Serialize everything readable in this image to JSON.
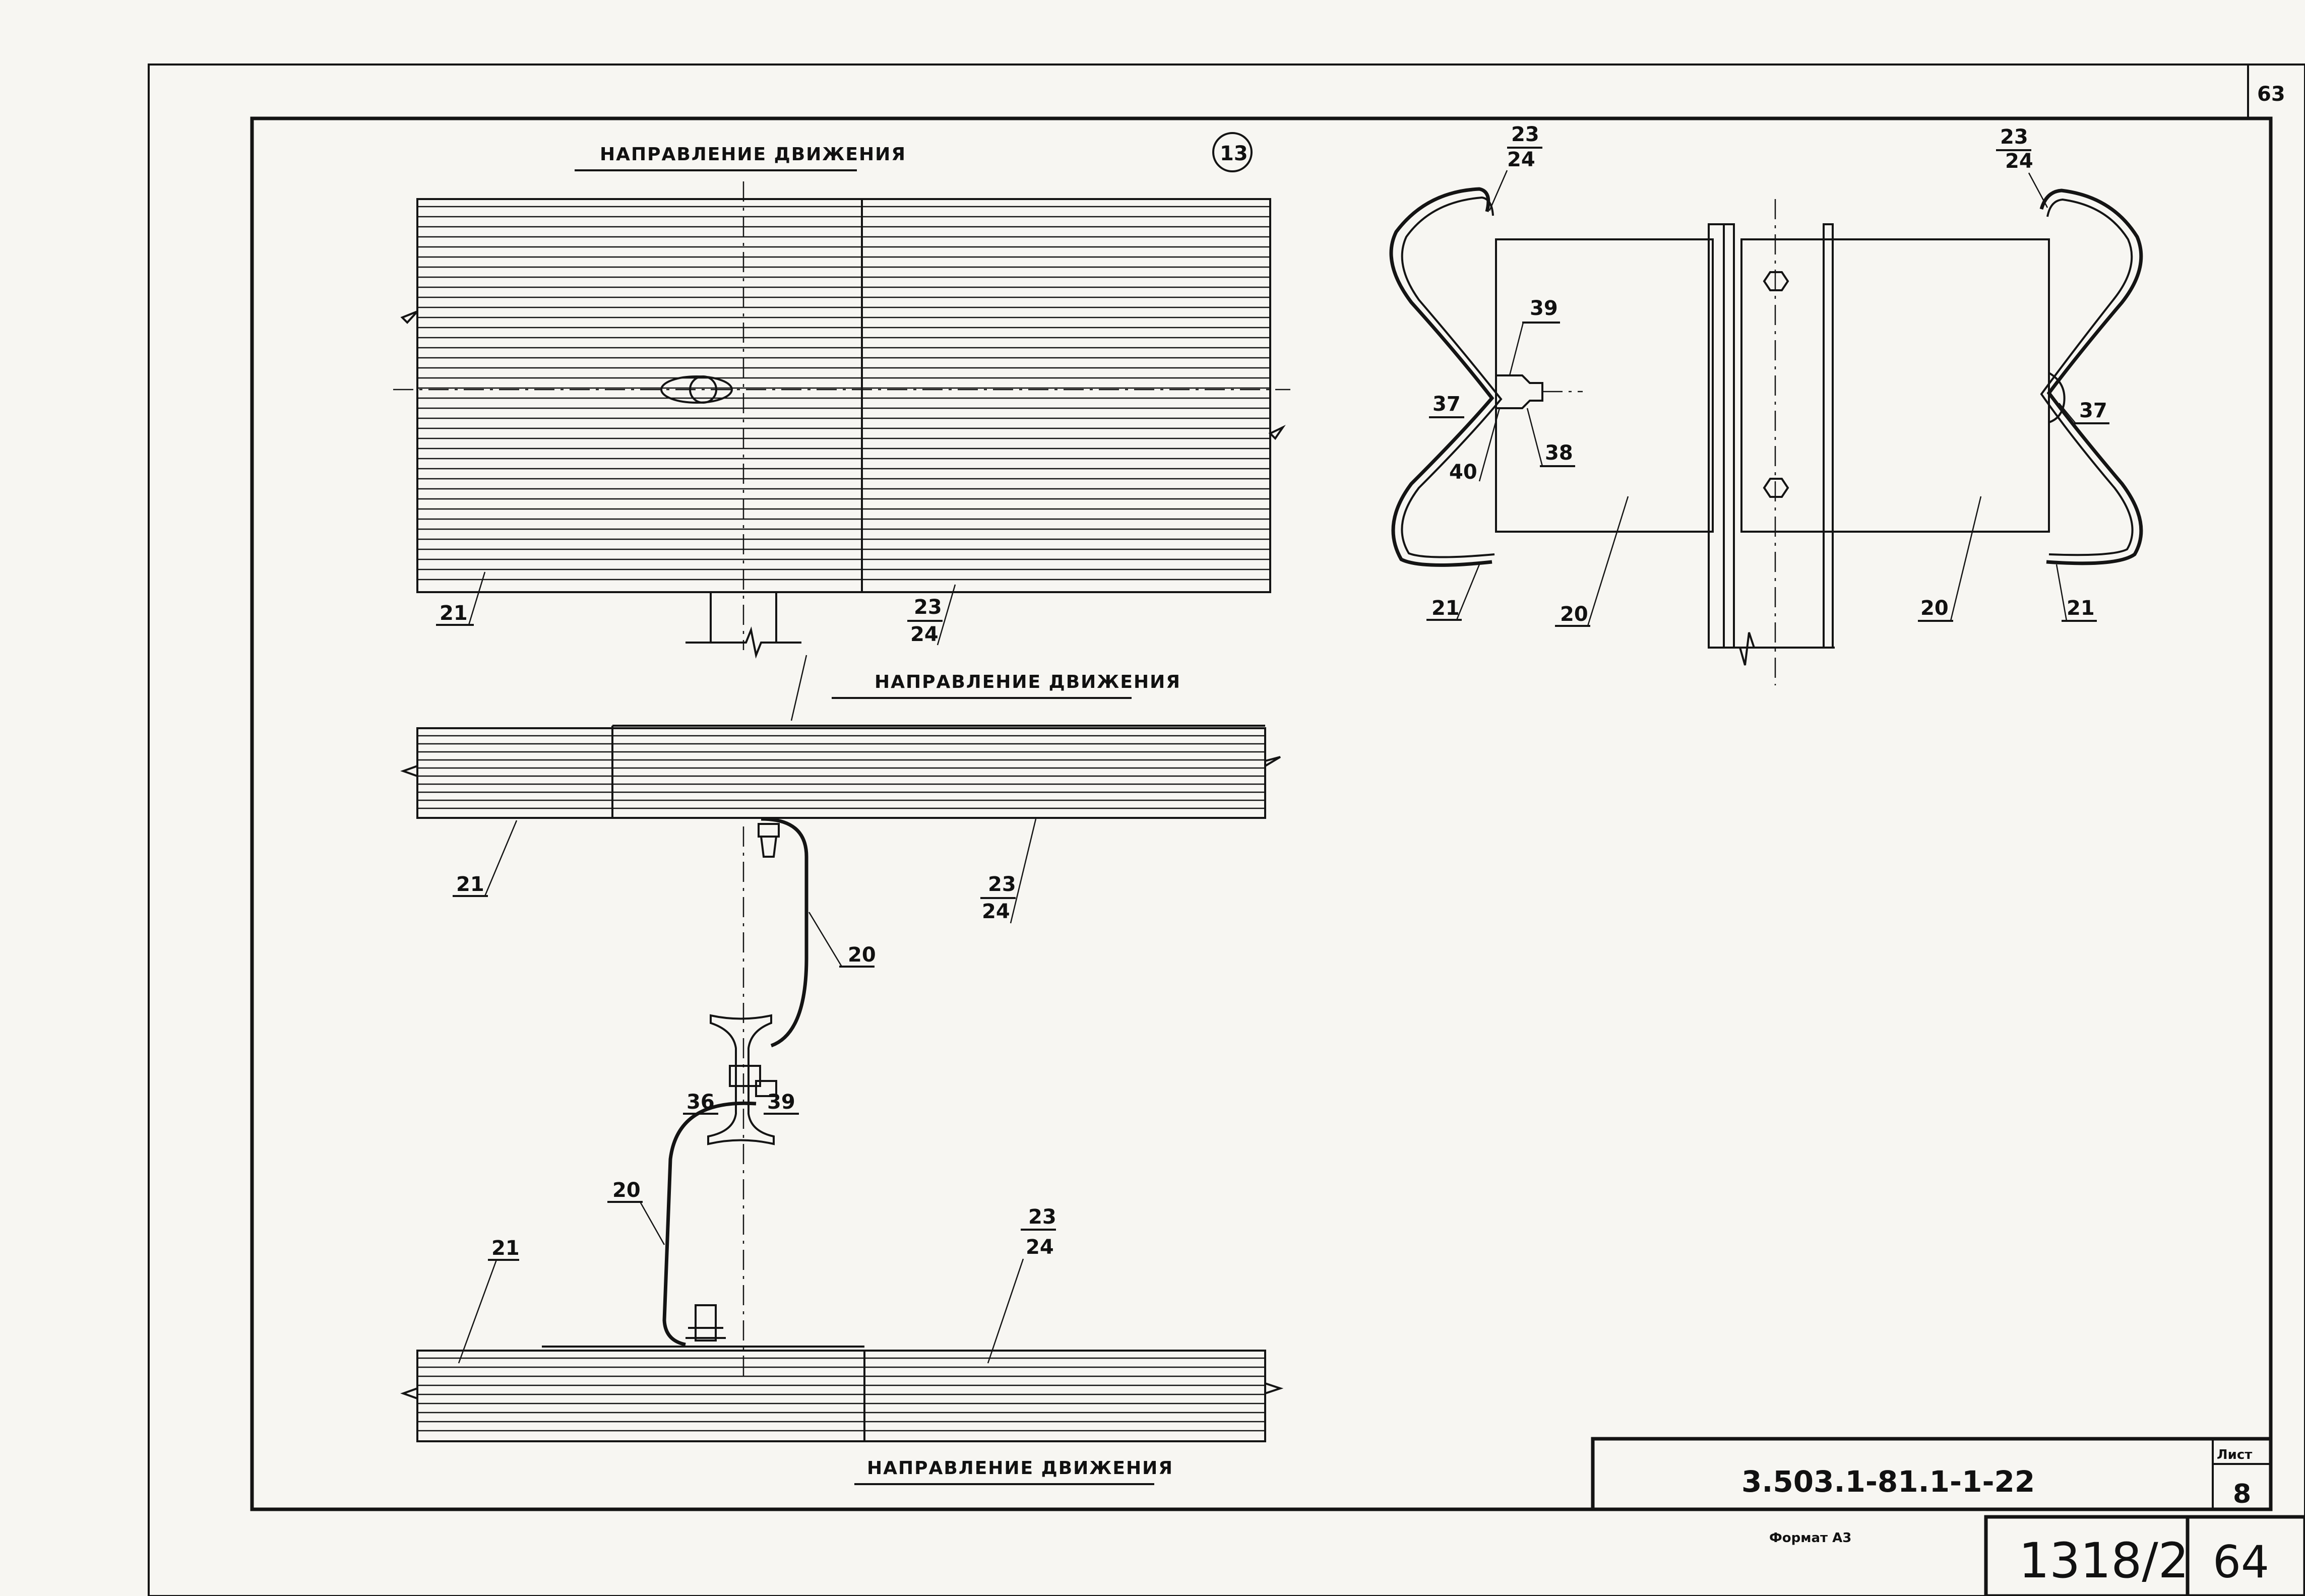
{
  "sheet": {
    "top_corner_number": "63",
    "detail_number": "13",
    "direction_label": "НАПРАВЛЕНИЕ ДВИЖЕНИЯ",
    "designation": "3.503.1-81.1-1-22",
    "sheet_label": "Лист",
    "sheet_number": "8",
    "format_label": "Формат А3",
    "archive_number": "1318/2",
    "page_number": "64"
  },
  "callouts": {
    "p21": "21",
    "p23": "23",
    "p24": "24",
    "p20": "20",
    "p36": "36",
    "p37": "37",
    "p38": "38",
    "p39": "39",
    "p40": "40"
  }
}
